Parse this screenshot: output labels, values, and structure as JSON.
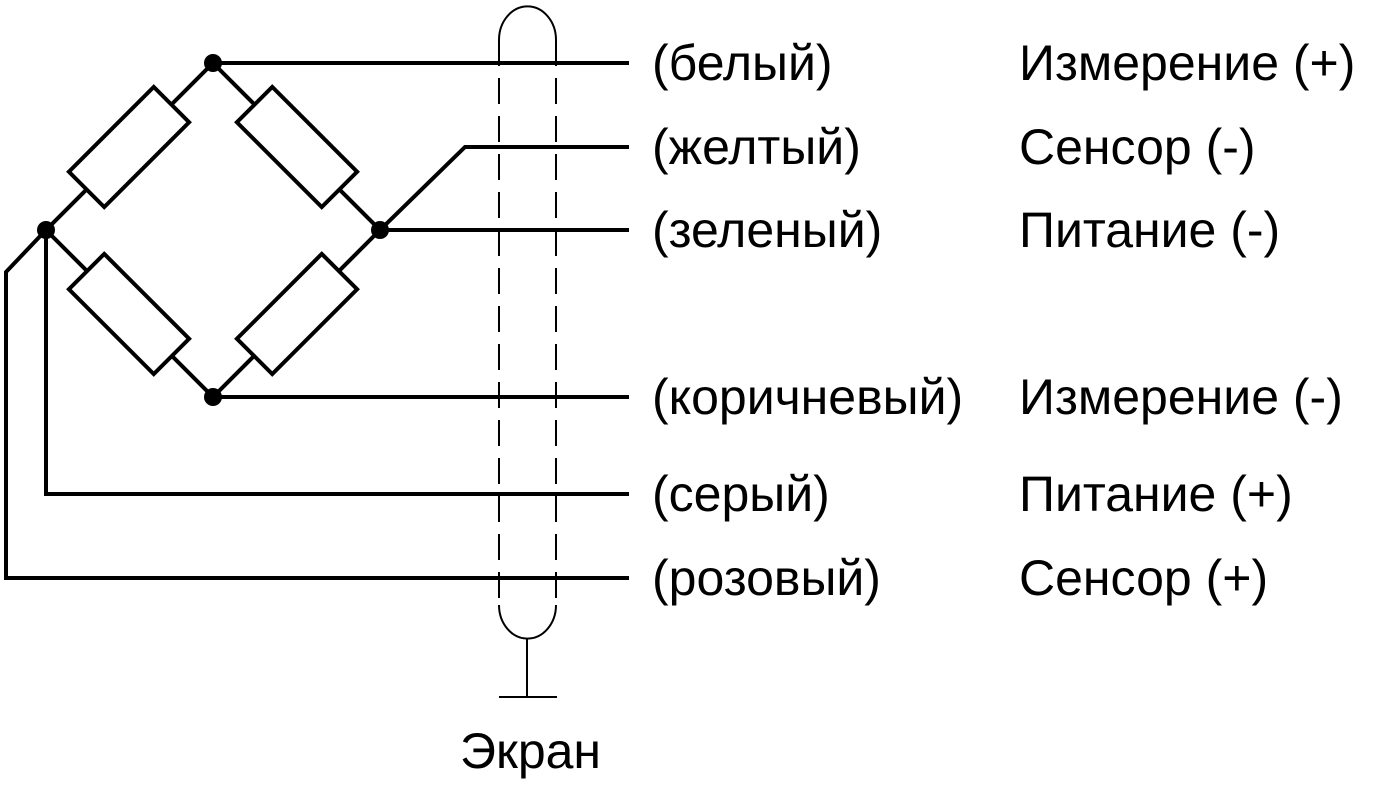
{
  "wires": [
    {
      "id": "white",
      "color_label": "(белый)",
      "function_label": "Измерение (+)"
    },
    {
      "id": "yellow",
      "color_label": "(желтый)",
      "function_label": "Сенсор (-)"
    },
    {
      "id": "green",
      "color_label": "(зеленый)",
      "function_label": "Питание (-)"
    },
    {
      "id": "brown",
      "color_label": "(коричневый)",
      "function_label": "Измерение (-)"
    },
    {
      "id": "gray",
      "color_label": "(серый)",
      "function_label": "Питание (+)"
    },
    {
      "id": "pink",
      "color_label": "(розовый)",
      "function_label": "Сенсор (+)"
    }
  ],
  "shield": {
    "label": "Экран"
  }
}
